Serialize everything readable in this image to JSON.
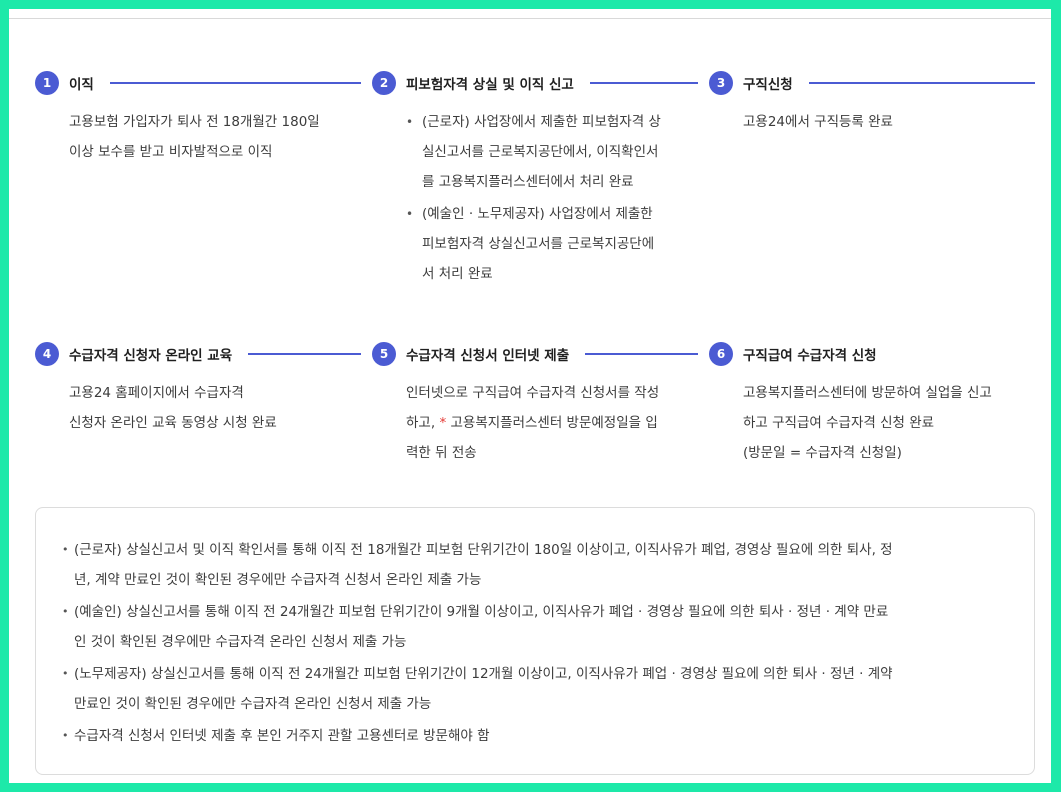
{
  "steps": [
    {
      "num": "1",
      "title": "이직",
      "desc": [
        "고용보험 가입자가 퇴사 전 18개월간 180일",
        "이상 보수를 받고 비자발적으로 이직"
      ]
    },
    {
      "num": "2",
      "title": "피보험자격 상실 및 이직 신고",
      "bullets": [
        [
          "(근로자) 사업장에서 제출한 피보험자격 상",
          "실신고서를 근로복지공단에서, 이직확인서",
          "를 고용복지플러스센터에서 처리 완료"
        ],
        [
          "(예술인 · 노무제공자) 사업장에서 제출한",
          "피보험자격 상실신고서를 근로복지공단에",
          "서 처리 완료"
        ]
      ]
    },
    {
      "num": "3",
      "title": "구직신청",
      "desc": [
        "고용24에서 구직등록 완료"
      ]
    },
    {
      "num": "4",
      "title": "수급자격 신청자 온라인 교육",
      "desc": [
        "고용24 홈페이지에서 수급자격",
        "신청자 온라인 교육 동영상 시청 완료"
      ]
    },
    {
      "num": "5",
      "title": "수급자격 신청서 인터넷 제출",
      "desc_line1": "인터넷으로 구직급여 수급자격 신청서를 작성",
      "desc_line2_pre": "하고, ",
      "desc_line2_star": "*",
      "desc_line2_post": " 고용복지플러스센터 방문예정일을 입",
      "desc_line3": "력한 뒤 전송"
    },
    {
      "num": "6",
      "title": "구직급여 수급자격 신청",
      "desc": [
        "고용복지플러스센터에 방문하여 실업을 신고",
        "하고 구직급여 수급자격 신청 완료",
        "(방문일 = 수급자격 신청일)"
      ]
    }
  ],
  "notes": [
    [
      "(근로자) 상실신고서 및 이직 확인서를 통해 이직 전 18개월간 피보험 단위기간이 180일 이상이고, 이직사유가 폐업, 경영상 필요에 의한 퇴사, 정",
      "년, 계약 만료인 것이 확인된 경우에만 수급자격 신청서 온라인 제출 가능"
    ],
    [
      "(예술인) 상실신고서를 통해 이직 전 24개월간 피보험 단위기간이 9개월 이상이고, 이직사유가 폐업 · 경영상 필요에 의한 퇴사 · 정년 · 계약 만료",
      "인 것이 확인된 경우에만 수급자격 온라인 신청서 제출 가능"
    ],
    [
      "(노무제공자) 상실신고서를 통해 이직 전 24개월간 피보험 단위기간이 12개월 이상이고, 이직사유가 폐업 · 경영상 필요에 의한 퇴사 · 정년 · 계약",
      "만료인 것이 확인된 경우에만 수급자격 온라인 신청서 제출 가능"
    ],
    [
      "수급자격 신청서 인터넷 제출 후 본인 거주지 관할 고용센터로 방문해야 함"
    ]
  ],
  "colors": {
    "accent": "#4b5bd3",
    "border": "#1de9a9",
    "star": "#e53935"
  }
}
